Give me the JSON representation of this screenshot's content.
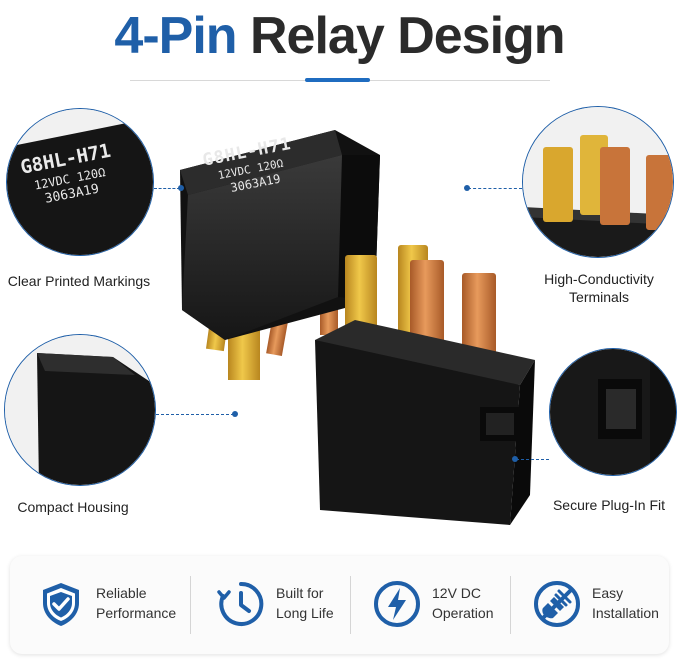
{
  "title": {
    "accent": "4-Pin",
    "rest": " Relay Design"
  },
  "relay_marking": {
    "line1": "G8HL-H71",
    "line2": "12VDC  120Ω",
    "line3": "3063A19"
  },
  "callouts": {
    "markings": "Clear Printed Markings",
    "terminals_l1": "High-Conductivity",
    "terminals_l2": "Terminals",
    "housing": "Compact Housing",
    "plugin": "Secure Plug-In Fit"
  },
  "features": [
    {
      "icon": "shield-check-icon",
      "l1": "Reliable",
      "l2": "Performance"
    },
    {
      "icon": "clock-icon",
      "l1": "Built for",
      "l2": "Long Life"
    },
    {
      "icon": "lightning-bolt-icon",
      "l1": "12V DC",
      "l2": "Operation"
    },
    {
      "icon": "plug-icon",
      "l1": "Easy",
      "l2": "Installation"
    }
  ],
  "colors": {
    "accent": "#1f5fa8",
    "relay_body": "#1a1a1a",
    "gold_pin": "#d9a72e",
    "copper_pin": "#c8743a"
  }
}
